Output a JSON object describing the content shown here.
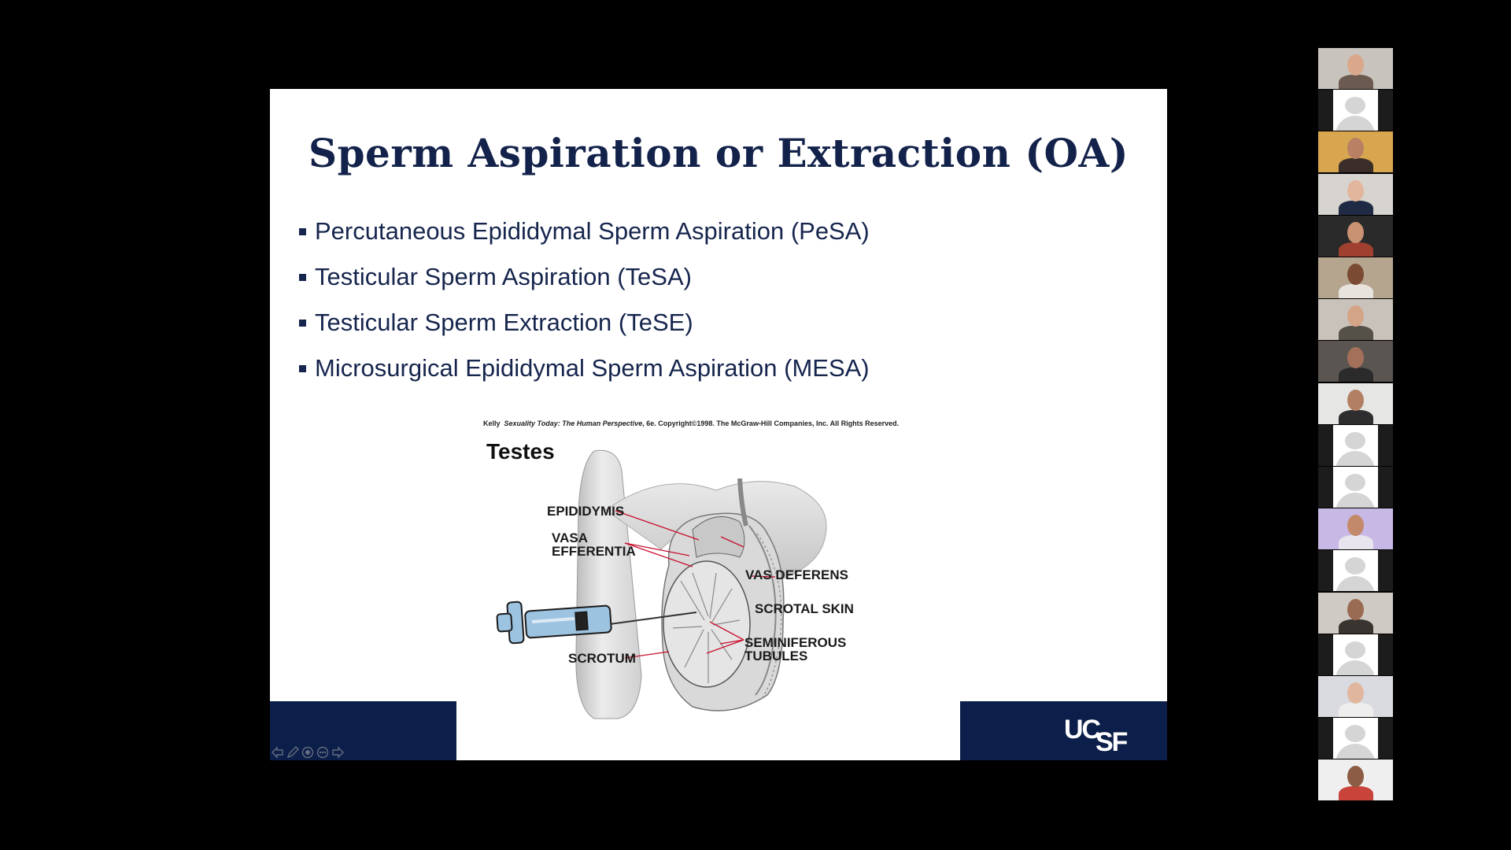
{
  "slide": {
    "title": "Sperm Aspiration or Extraction (OA)",
    "bullets": [
      "Percutaneous Epididymal Sperm Aspiration (PeSA)",
      "Testicular Sperm Aspiration (TeSA)",
      "Testicular Sperm Extraction (TeSE)",
      "Microsurgical Epididymal Sperm Aspiration (MESA)"
    ],
    "figure": {
      "credit_author": "Kelly",
      "credit_book": "Sexuality Today: The Human Perspective",
      "credit_rest": ", 6e. Copyright©1998. The McGraw-Hill Companies, Inc. All Rights Reserved.",
      "heading": "Testes",
      "labels": {
        "epididymis": "EPIDIDYMIS",
        "vasa_line1": "VASA",
        "vasa_line2": "EFFERENTIA",
        "vas_deferens": "VAS DEFERENS",
        "scrotal_skin": "SCROTAL SKIN",
        "seminiferous_line1": "SEMINIFEROUS",
        "seminiferous_line2": "TUBULES",
        "scrotum": "SCROTUM"
      }
    },
    "logo_text": "UCSF",
    "footer_color": "#0c1f4a",
    "title_color": "#13224a"
  },
  "presentation_controls": [
    "previous-icon",
    "pen-icon",
    "zoom-icon",
    "options-icon",
    "next-icon"
  ],
  "participants": {
    "tiles": [
      {
        "type": "camera",
        "bg": "#c9c3bd",
        "skin": "#d9a88a",
        "shirt": "#6b5a4f"
      },
      {
        "type": "placeholder"
      },
      {
        "type": "camera",
        "bg": "#d8a64e",
        "skin": "#b98064",
        "shirt": "#3b2e2a"
      },
      {
        "type": "camera",
        "bg": "#d7d4cf",
        "skin": "#e2b69c",
        "shirt": "#1f2a44"
      },
      {
        "type": "camera",
        "bg": "#2a2a2a",
        "skin": "#c99273",
        "shirt": "#a04030"
      },
      {
        "type": "camera",
        "bg": "#b5a58f",
        "skin": "#7a4a33",
        "shirt": "#e8e3dc"
      },
      {
        "type": "camera",
        "bg": "#c8c2bb",
        "skin": "#d4a487",
        "shirt": "#555048"
      },
      {
        "type": "camera",
        "bg": "#5a5550",
        "skin": "#a3705a",
        "shirt": "#2b2b2b"
      },
      {
        "type": "camera",
        "bg": "#e6e6e4",
        "skin": "#b27f62",
        "shirt": "#2e2e2e"
      },
      {
        "type": "placeholder"
      },
      {
        "type": "placeholder"
      },
      {
        "type": "camera",
        "bg": "#c8b8e6",
        "skin": "#c28a6a",
        "shirt": "#e9e5ef"
      },
      {
        "type": "placeholder"
      },
      {
        "type": "camera",
        "bg": "#cfcac4",
        "skin": "#9a6b53",
        "shirt": "#3a3430"
      },
      {
        "type": "placeholder"
      },
      {
        "type": "camera",
        "bg": "#d9dbe0",
        "skin": "#e0b79e",
        "shirt": "#eeeeee"
      },
      {
        "type": "placeholder"
      },
      {
        "type": "camera",
        "bg": "#efefef",
        "skin": "#8d5c44",
        "shirt": "#c8443a"
      }
    ]
  }
}
